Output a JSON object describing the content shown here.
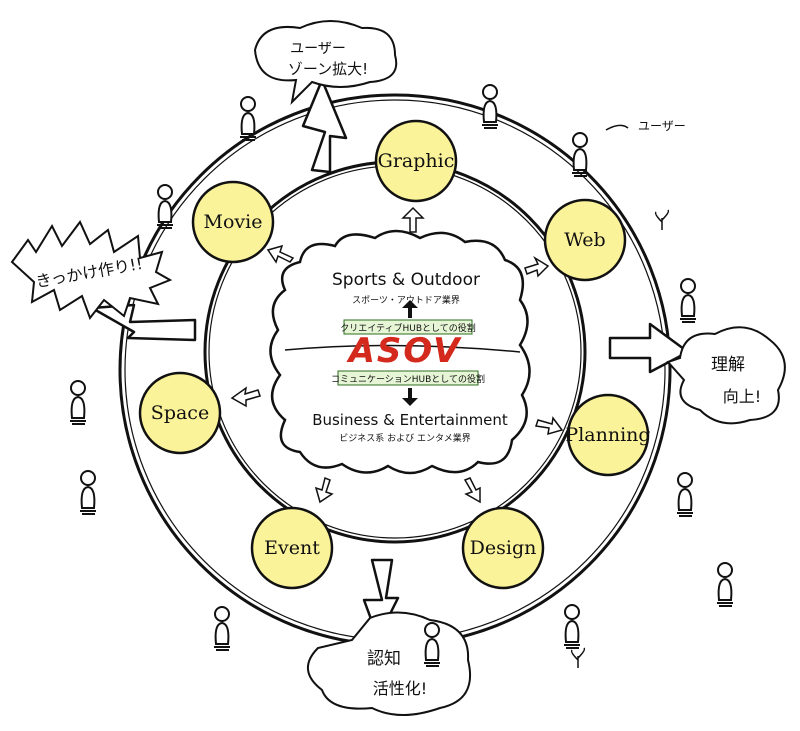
{
  "center": {
    "top_title": "Sports & Outdoor",
    "top_sub": "スポーツ・アウトドア業界",
    "top_role": "クリエイティブHUBとしての役割",
    "brand": "ASOV",
    "bottom_role": "コミュニケーションHUBとしての役割",
    "bottom_title": "Business & Entertainment",
    "bottom_sub": "ビジネス系 および エンタメ業界"
  },
  "nodes": [
    "Graphic",
    "Web",
    "Planning",
    "Design",
    "Event",
    "Space",
    "Movie"
  ],
  "bubbles": {
    "top": [
      "ユーザー",
      "ゾーン拡大!"
    ],
    "left": "きっかけ作り!!",
    "right": [
      "理解",
      "向上!"
    ],
    "bottom": [
      "認知",
      "活性化!"
    ]
  },
  "user_label": "ユーザー",
  "colors": {
    "node_fill": "#fbf39a",
    "brand": "#d42a1e",
    "role_bg": "#e6f5d5",
    "ink": "#111111"
  }
}
